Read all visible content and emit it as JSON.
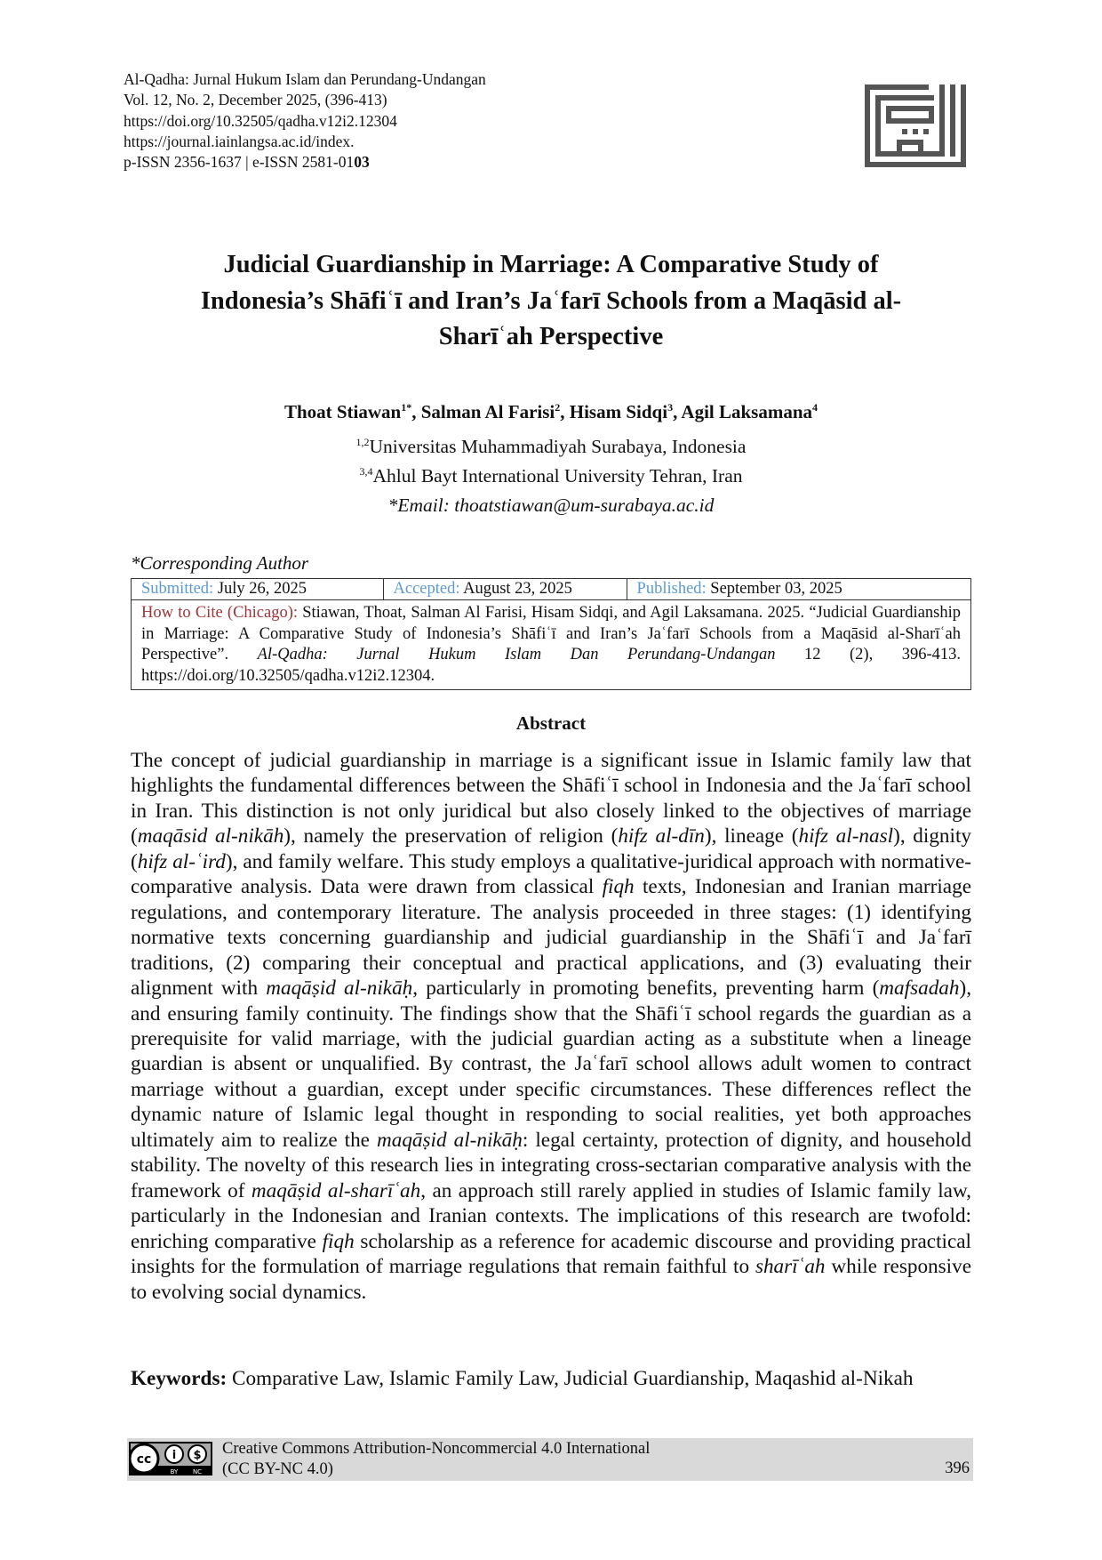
{
  "header": {
    "journal": "Al-Qadha: Jurnal Hukum Islam dan Perundang-Undangan",
    "volume": "Vol. 12, No. 2, December 2025, (396-413)",
    "doi": "https://doi.org/10.32505/qadha.v12i2.12304",
    "url": "https://journal.iainlangsa.ac.id/index.",
    "issn_prefix": "p-ISSN 2356-1637 | e-ISSN 2581-01",
    "issn_bold": "03"
  },
  "title_lines": [
    "Judicial Guardianship in Marriage: A Comparative Study of",
    "Indonesia’s Shāfiʿī and Iran’s Jaʿfarī  Schools from a Maqāsid al-",
    "Sharīʿah Perspective"
  ],
  "authors": [
    {
      "name": "Thoat Stiawan",
      "sup": "1*",
      "sep": ", "
    },
    {
      "name": "Salman Al Farisi",
      "sup": "2",
      "sep": ", "
    },
    {
      "name": "Hisam Sidqi",
      "sup": "3",
      "sep": ", "
    },
    {
      "name": "Agil Laksamana",
      "sup": "4",
      "sep": ""
    }
  ],
  "affiliations": [
    {
      "sup": "1,2",
      "text": "Universitas Muhammadiyah Surabaya, Indonesia"
    },
    {
      "sup": "3,4",
      "text": "Ahlul Bayt International University Tehran, Iran"
    }
  ],
  "email": "*Email: thoatstiawan@um-surabaya.ac.id",
  "corresponding": "*Corresponding Author",
  "dates": {
    "submitted_label": "Submitted:",
    "submitted": " July 26, 2025",
    "accepted_label": "Accepted:",
    "accepted": " August 23, 2025",
    "published_label": "Published:",
    "published": " September 03, 2025"
  },
  "cite": {
    "label": "How to Cite (Chicago):",
    "text": " Stiawan, Thoat, Salman Al Farisi, Hisam Sidqi, and Agil Laksamana. 2025. “Judicial Guardianship in Marriage: A Comparative Study of Indonesia’s Shāfiʿī and Iran’s Jaʿfarī Schools from a Maqāsid al-Sharīʿah Perspective”. ",
    "journal": "Al-Qadha: Jurnal Hukum Islam Dan Perundang-Undangan",
    "tail": " 12 (2), 396-413. https://doi.org/10.32505/qadha.v12i2.12304."
  },
  "abstract_heading": "Abstract",
  "abstract": [
    {
      "t": "The concept of judicial guardianship in marriage is a significant issue in Islamic family law that highlights the fundamental differences between the Shāfiʿī school in Indonesia and the Jaʿfarī school in Iran. This distinction is not only juridical but also closely linked to the objectives of marriage ("
    },
    {
      "t": "maqāsid al-nikāh",
      "i": true
    },
    {
      "t": "), namely the preservation of religion ("
    },
    {
      "t": "hifz al-dīn",
      "i": true
    },
    {
      "t": "), lineage ("
    },
    {
      "t": "hifz al-nasl",
      "i": true
    },
    {
      "t": "), dignity ("
    },
    {
      "t": "hifz al-ʿird",
      "i": true
    },
    {
      "t": "), and family welfare. This study employs a qualitative-juridical approach with normative-comparative analysis. Data were drawn from classical "
    },
    {
      "t": "fiqh",
      "i": true
    },
    {
      "t": " texts, Indonesian and Iranian marriage regulations, and contemporary literature. The analysis proceeded in three stages: (1) identifying normative texts concerning guardianship and judicial guardianship in the Shāfiʿī and Jaʿfarī traditions, (2) comparing their conceptual and practical applications, and (3) evaluating their alignment with "
    },
    {
      "t": "maqāṣid al-nikāḥ",
      "i": true
    },
    {
      "t": ", particularly in promoting benefits, preventing harm ("
    },
    {
      "t": "mafsadah",
      "i": true
    },
    {
      "t": "), and ensuring family continuity. The findings show that the Shāfiʿī school regards the guardian as a prerequisite for valid marriage, with the judicial guardian acting as a substitute when a lineage guardian is absent or unqualified. By contrast, the Jaʿfarī school allows adult women to contract marriage without a guardian, except under specific circumstances. These differences reflect the dynamic nature of Islamic legal thought in responding to social realities, yet both approaches ultimately aim to realize the "
    },
    {
      "t": "maqāṣid al-nikāḥ",
      "i": true
    },
    {
      "t": ": legal certainty, protection of dignity, and household stability. The novelty of this research lies in integrating cross-sectarian comparative analysis with the framework of "
    },
    {
      "t": "maqāṣid al-sharīʿah",
      "i": true
    },
    {
      "t": ", an approach still rarely applied in studies of Islamic family law, particularly in the Indonesian and Iranian contexts. The implications of this research are twofold: enriching comparative "
    },
    {
      "t": "fiqh",
      "i": true
    },
    {
      "t": " scholarship as a reference for academic discourse and providing practical insights for the formulation of marriage regulations that remain faithful to "
    },
    {
      "t": "sharīʿah",
      "i": true
    },
    {
      "t": " while responsive to evolving social dynamics."
    }
  ],
  "keywords": {
    "label": "Keywords:",
    "text": " Comparative Law, Islamic Family Law, Judicial Guardianship, Maqashid al-Nikah"
  },
  "footer": {
    "license_line1": "Creative Commons Attribution-Noncommercial 4.0 International",
    "license_line2": "(CC BY-NC 4.0)",
    "page_number": "396",
    "cc_badge": "CC BY NC"
  }
}
